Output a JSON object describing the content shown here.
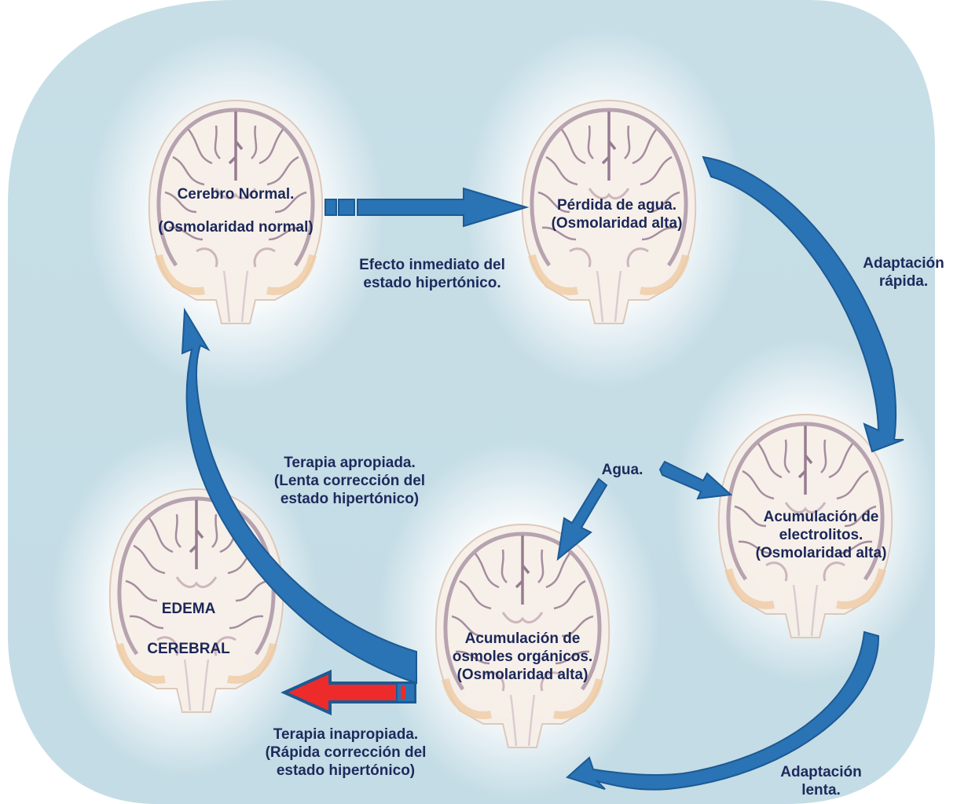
{
  "colors": {
    "background_panel": "#c6dde6",
    "glow": "#ffffff",
    "arrow_blue": "#2a73b5",
    "arrow_outline": "#1c5a93",
    "arrow_red": "#ee2b2b",
    "text": "#1d2a5c",
    "brain_tissue": "#f6ece4",
    "brain_sulci": "#8d6f86",
    "brain_outline": "#dcc4b4",
    "skull_orange": "#efc79b"
  },
  "icons": {
    "brain_illustration": "coronal-brain-section",
    "straight_arrow": "block-arrow-right",
    "curved_arrow": "curved-arrow",
    "red_arrow": "block-arrow-left-red"
  },
  "nodes": {
    "normal": {
      "title": "Cerebro Normal.",
      "subtitle": "(Osmolaridad normal)"
    },
    "water_loss": {
      "lines": [
        "Pérdida de agua.",
        "(Osmolaridad alta)"
      ]
    },
    "electrolytes": {
      "lines": [
        "Acumulación de",
        "electrolitos.",
        "(Osmolaridad alta)"
      ]
    },
    "organic_osmoles": {
      "lines": [
        "Acumulación de",
        "osmoles orgánicos.",
        "(Osmolaridad alta)"
      ]
    },
    "edema": {
      "line1": "EDEMA",
      "line2": "CEREBRAL"
    }
  },
  "transitions": {
    "immediate_effect": [
      "Efecto inmediato del",
      "estado hipertónico."
    ],
    "rapid_adaptation": [
      "Adaptación",
      "rápida."
    ],
    "slow_adaptation": [
      "Adaptación",
      "lenta."
    ],
    "water": "Agua.",
    "appropriate_therapy": [
      "Terapia apropiada.",
      "(Lenta corrección del",
      "estado hipertónico)"
    ],
    "inappropriate_therapy": [
      "Terapia inapropiada.",
      "(Rápida corrección del",
      "estado hipertónico)"
    ]
  }
}
